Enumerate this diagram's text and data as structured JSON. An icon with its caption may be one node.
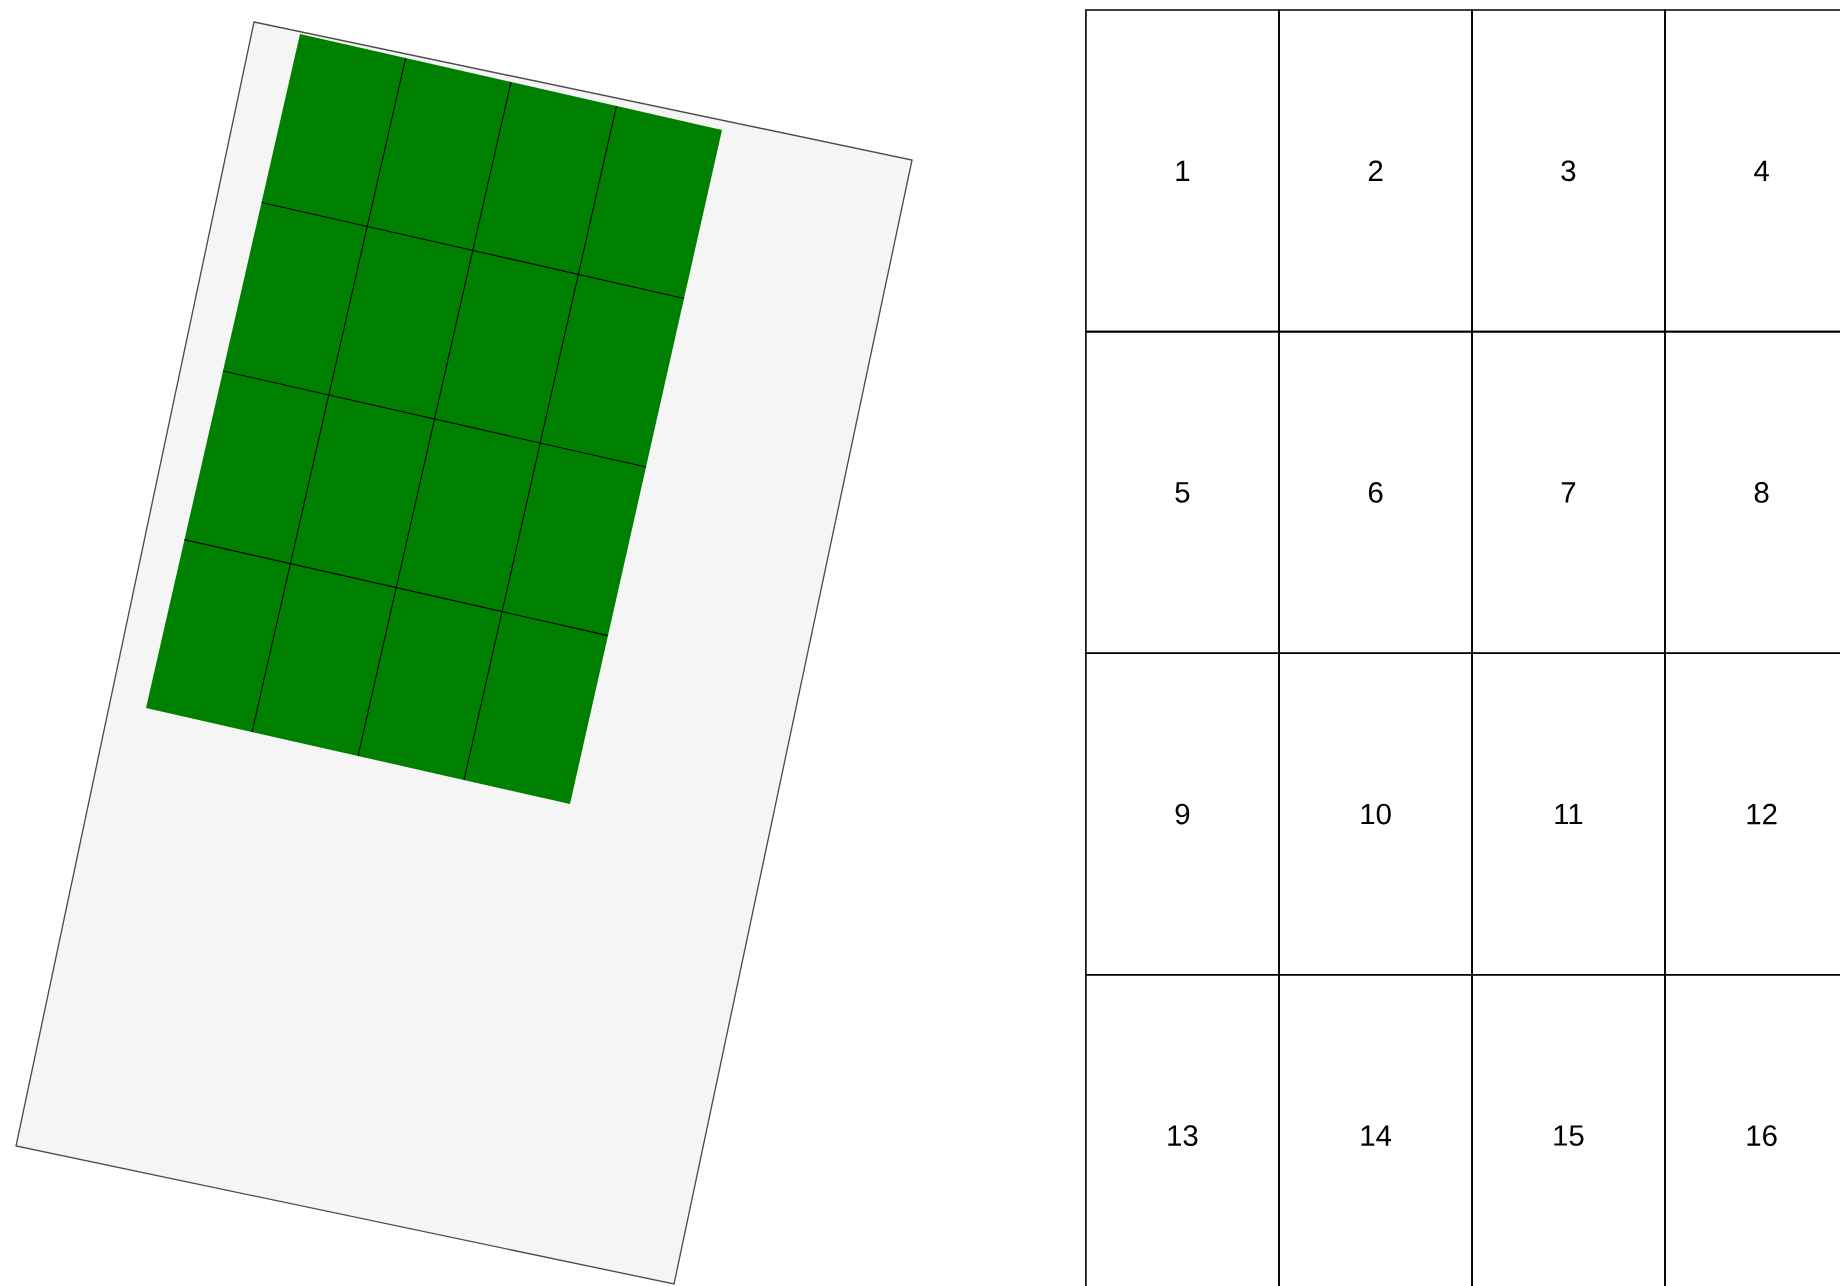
{
  "diagram": {
    "nodes": [
      {
        "text": [
          "1"
        ]
      },
      {
        "text": [
          "2"
        ]
      },
      {
        "text": [
          "3"
        ]
      },
      {
        "text": [
          "4"
        ]
      },
      {
        "text": [
          "5"
        ]
      },
      {
        "text": [
          "6"
        ]
      },
      {
        "text": [
          "7"
        ]
      },
      {
        "text": [
          "8"
        ]
      },
      {
        "text": [
          "9"
        ]
      },
      {
        "text": [
          "10"
        ]
      },
      {
        "text": [
          "11"
        ]
      },
      {
        "text": [
          "12"
        ]
      },
      {
        "text": [
          "13"
        ]
      },
      {
        "text": [
          "14"
        ]
      },
      {
        "text": [
          "15"
        ]
      },
      {
        "text": [
          "16"
        ]
      }
    ]
  }
}
